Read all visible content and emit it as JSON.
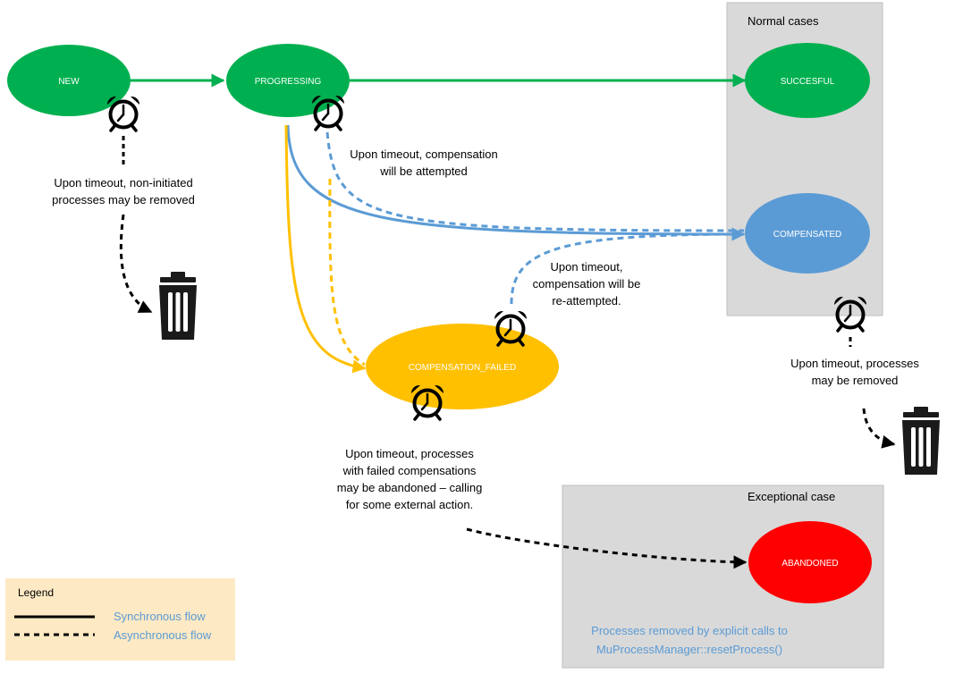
{
  "colors": {
    "green": "#00b050",
    "blue": "#5b9bd5",
    "amber": "#ffc000",
    "red": "#ff0000",
    "panel": "#d9d9d9",
    "legend_bg": "#fde9c4",
    "legend_text": "#5b9bd5",
    "black": "#000000"
  },
  "panels": {
    "normal_title": "Normal cases",
    "exceptional_title": "Exceptional case",
    "exceptional_note": [
      "Processes removed by explicit calls to",
      "MuProcessManager::resetProcess()"
    ]
  },
  "states": {
    "new": "NEW",
    "progressing": "PROGRESSING",
    "succesful": "SUCCESFUL",
    "compensated": "COMPENSATED",
    "compensation_failed": "COMPENSATION_FAILED",
    "abandoned": "ABANDONED"
  },
  "notes": {
    "new_timeout": [
      "Upon timeout, non-initiated",
      "processes may be removed"
    ],
    "progressing_timeout": [
      "Upon timeout,  compensation",
      "will be attempted"
    ],
    "failed_retry": [
      "Upon timeout,",
      "compensation will be",
      "re-attempted."
    ],
    "compensated_timeout": [
      "Upon timeout, processes",
      "may be removed"
    ],
    "failed_timeout": [
      "Upon timeout,  processes",
      "with failed compensations",
      "may be abandoned – calling",
      "for some external action."
    ]
  },
  "icons": [
    "alarm-clock-icon",
    "trash-can-icon"
  ],
  "legend": {
    "title": "Legend",
    "sync_label": "Synchronous flow",
    "async_label": "Asynchronous flow"
  }
}
